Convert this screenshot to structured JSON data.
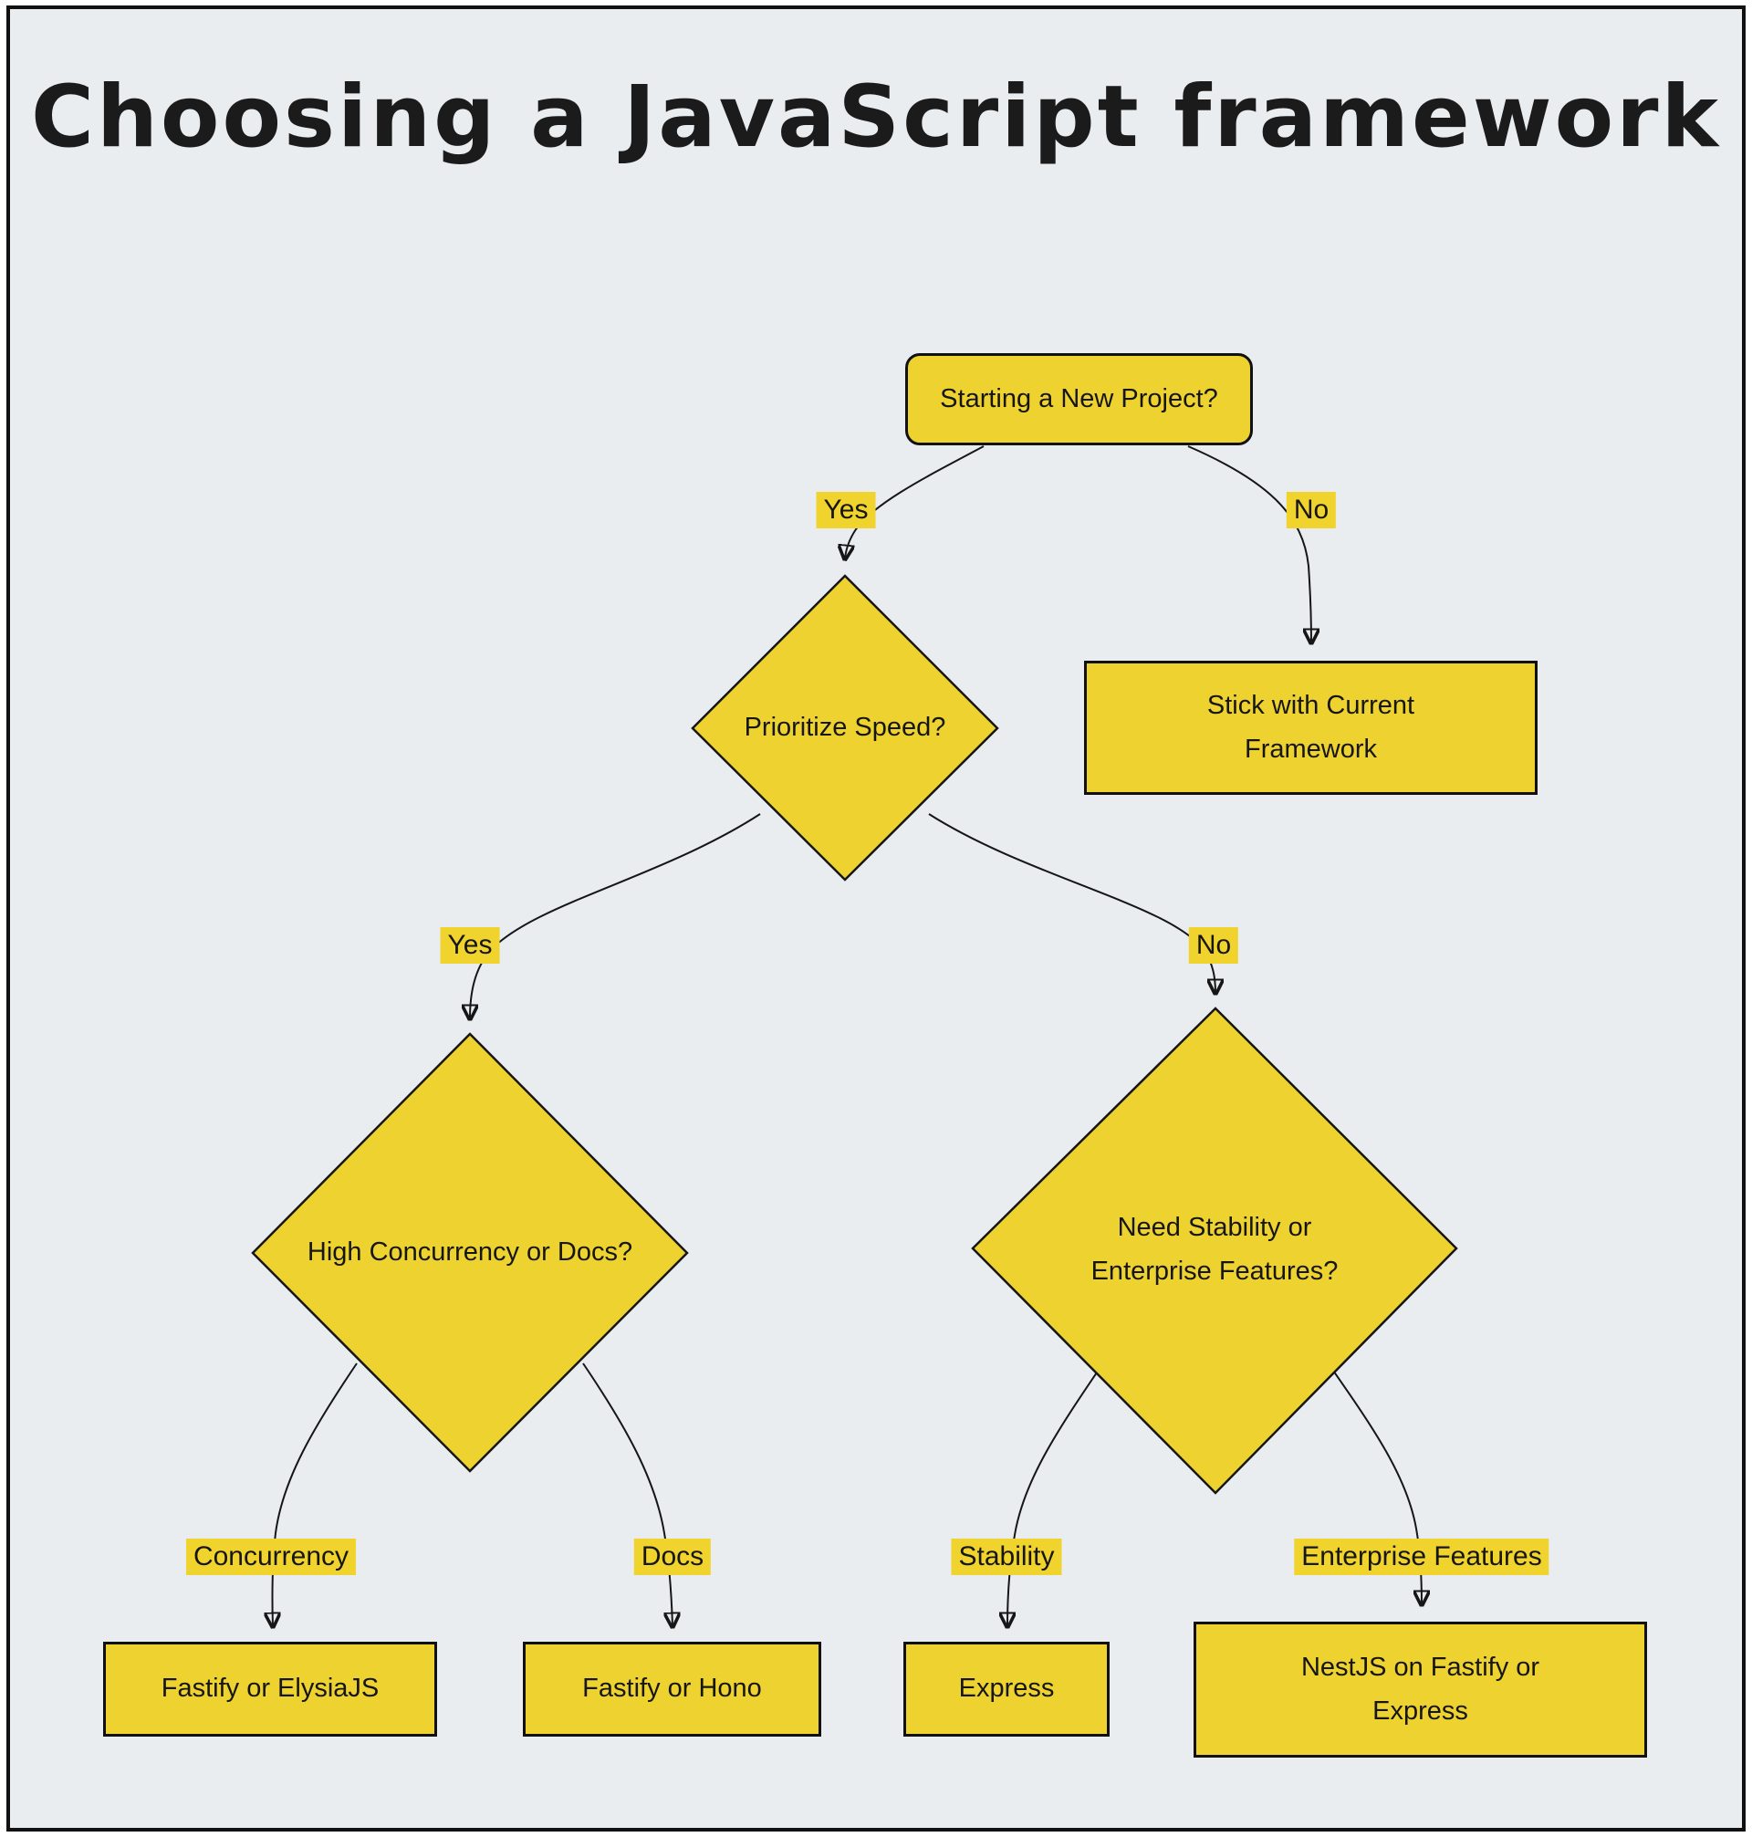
{
  "title": "Choosing a JavaScript framework",
  "colors": {
    "background": "#e9edf0",
    "node_fill": "#eed330",
    "node_border": "#111111",
    "edge_line": "#161616",
    "edge_label_bg": "#f0d32c",
    "text": "#161616",
    "frame_border": "#111111"
  },
  "nodes": {
    "start": {
      "label": "Starting a New Project?",
      "shape": "rounded-rect"
    },
    "decision_speed": {
      "label": "Prioritize Speed?",
      "shape": "diamond"
    },
    "stick_current": {
      "label": "Stick with Current Framework",
      "shape": "rect"
    },
    "decision_concurrency_docs": {
      "label": "High Concurrency or Docs?",
      "shape": "diamond"
    },
    "decision_stability_enterprise": {
      "label": "Need Stability or Enterprise Features?",
      "shape": "diamond"
    },
    "fastify_elysiajs": {
      "label": "Fastify or ElysiaJS",
      "shape": "rect"
    },
    "fastify_hono": {
      "label": "Fastify or Hono",
      "shape": "rect"
    },
    "express": {
      "label": "Express",
      "shape": "rect"
    },
    "nestjs": {
      "label": "NestJS on Fastify or Express",
      "shape": "rect"
    }
  },
  "edges": [
    {
      "from": "start",
      "to": "decision_speed",
      "label": "Yes"
    },
    {
      "from": "start",
      "to": "stick_current",
      "label": "No"
    },
    {
      "from": "decision_speed",
      "to": "decision_concurrency_docs",
      "label": "Yes"
    },
    {
      "from": "decision_speed",
      "to": "decision_stability_enterprise",
      "label": "No"
    },
    {
      "from": "decision_concurrency_docs",
      "to": "fastify_elysiajs",
      "label": "Concurrency"
    },
    {
      "from": "decision_concurrency_docs",
      "to": "fastify_hono",
      "label": "Docs"
    },
    {
      "from": "decision_stability_enterprise",
      "to": "express",
      "label": "Stability"
    },
    {
      "from": "decision_stability_enterprise",
      "to": "nestjs",
      "label": "Enterprise Features"
    }
  ]
}
